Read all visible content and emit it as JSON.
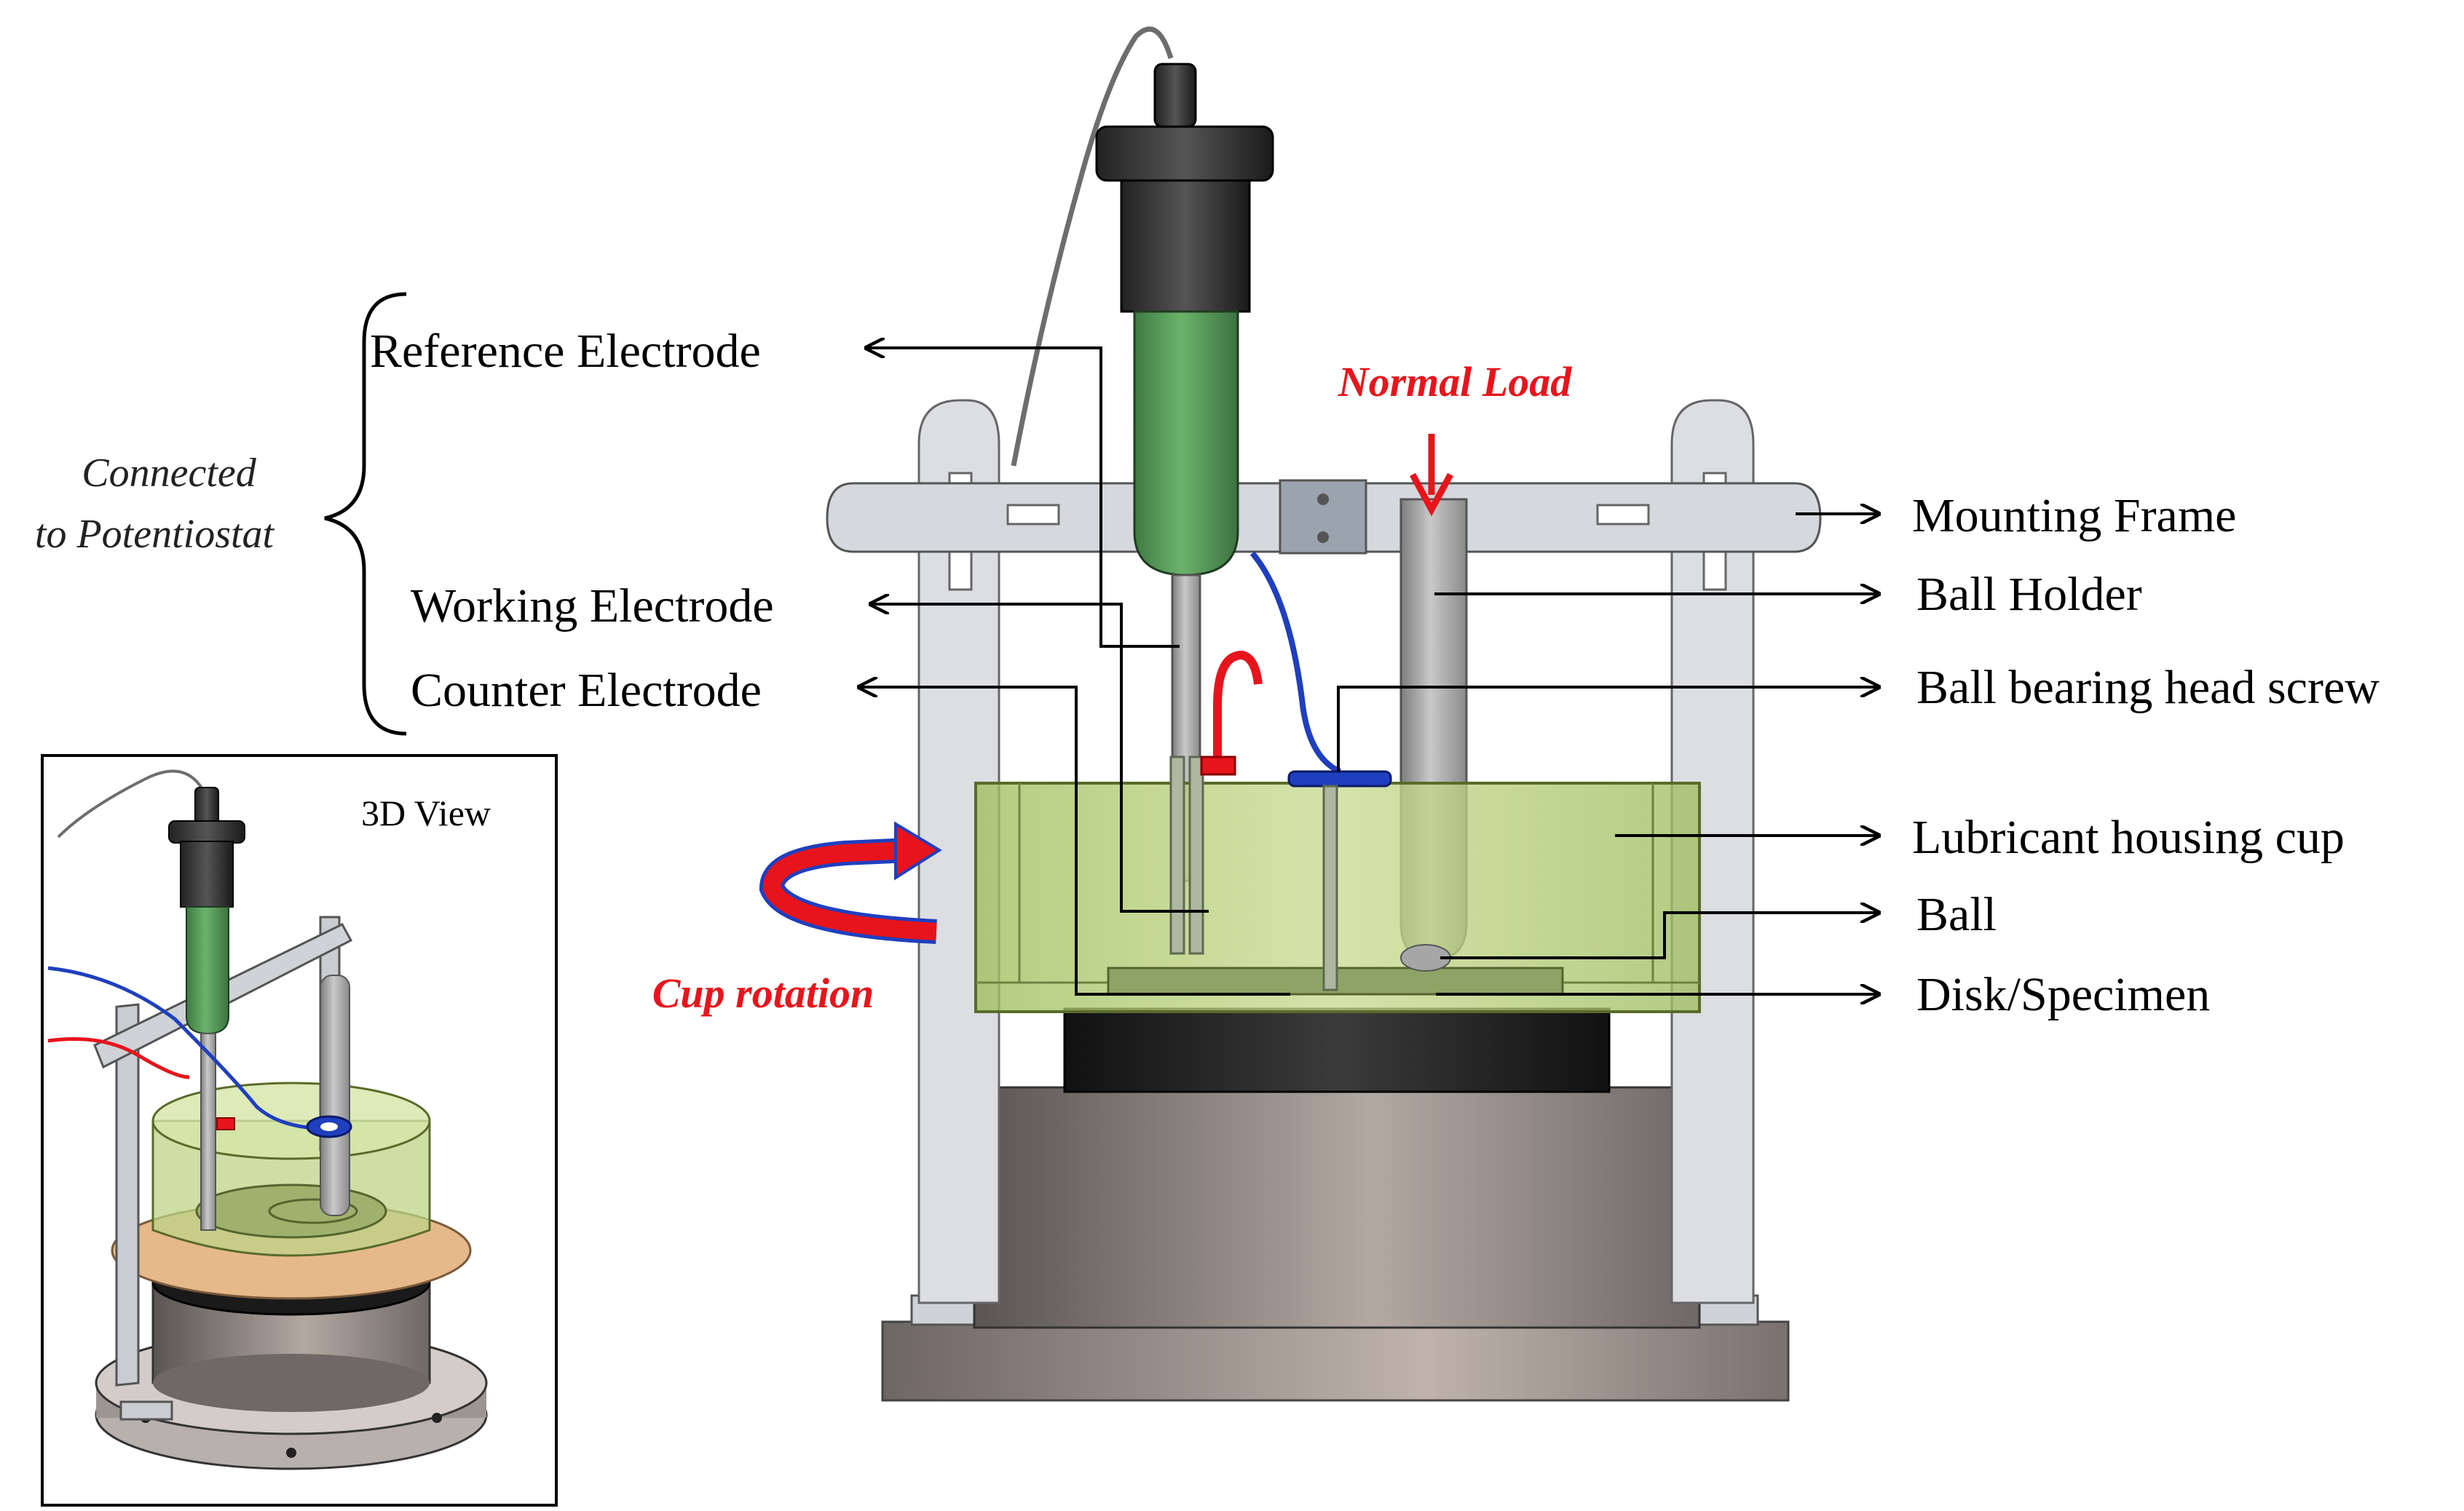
{
  "labels": {
    "reference_electrode": "Reference  Electrode",
    "working_electrode": "Working Electrode",
    "counter_electrode": "Counter Electrode",
    "connected_line1": "Connected",
    "connected_line2": "to Potentiostat",
    "normal_load": "Normal Load",
    "cup_rotation": "Cup rotation",
    "mounting_frame": "Mounting Frame",
    "ball_holder": "Ball Holder",
    "ball_bearing_head_screw": "Ball bearing head screw",
    "lubricant_housing_cup": "Lubricant housing cup",
    "ball": "Ball",
    "disk_specimen": "Disk/Specimen",
    "inset_title": "3D View"
  },
  "colors": {
    "electrode_green": "#5a9e5c",
    "cup_green": "#b9d27a",
    "frame_gray": "#d6d9dd",
    "base_gray": "#8c8582",
    "load_red": "#e8141c",
    "wire_blue": "#1f3fbf"
  }
}
